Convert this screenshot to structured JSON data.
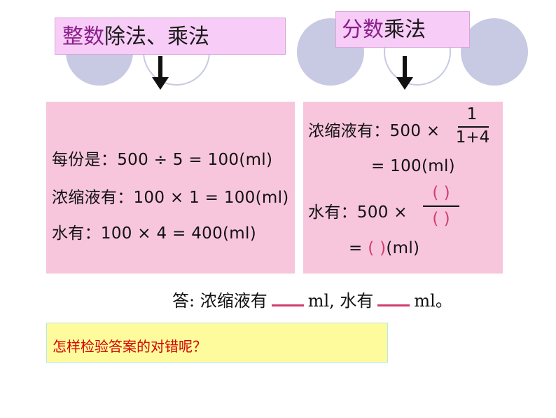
{
  "labels": {
    "left_hl": "整数",
    "left_rest": "除法、乘法",
    "right_hl": "分数",
    "right_rest": "乘法"
  },
  "left_panel": {
    "line1": "每份是：500 ÷ 5 = 100(ml)",
    "line2": "浓缩液有：100 × 1 = 100(ml)",
    "line3": "水有：100 × 4 = 400(ml)"
  },
  "right_panel": {
    "line1": "浓缩液有：500 ×",
    "frac1_num": "1",
    "frac1_den": "1+4",
    "line2": "= 100(ml)",
    "line3": "水有：500 ×",
    "frac2_num": "(   )",
    "frac2_den": "(   )",
    "line4_eq": "=",
    "line4_paren": "(    )",
    "line4_unit": "(ml)"
  },
  "answer": {
    "prefix": "答: 浓缩液有",
    "mid": "ml, 水有",
    "suffix": "ml。"
  },
  "question": "怎样检验答案的对错呢？",
  "colors": {
    "panel": "#f7c6dc",
    "label_box": "#f7ccf7",
    "highlight": "#8a1e8a",
    "blank": "#d33c6c",
    "question_bg": "#fdfb9c",
    "question_text": "#d40000"
  }
}
